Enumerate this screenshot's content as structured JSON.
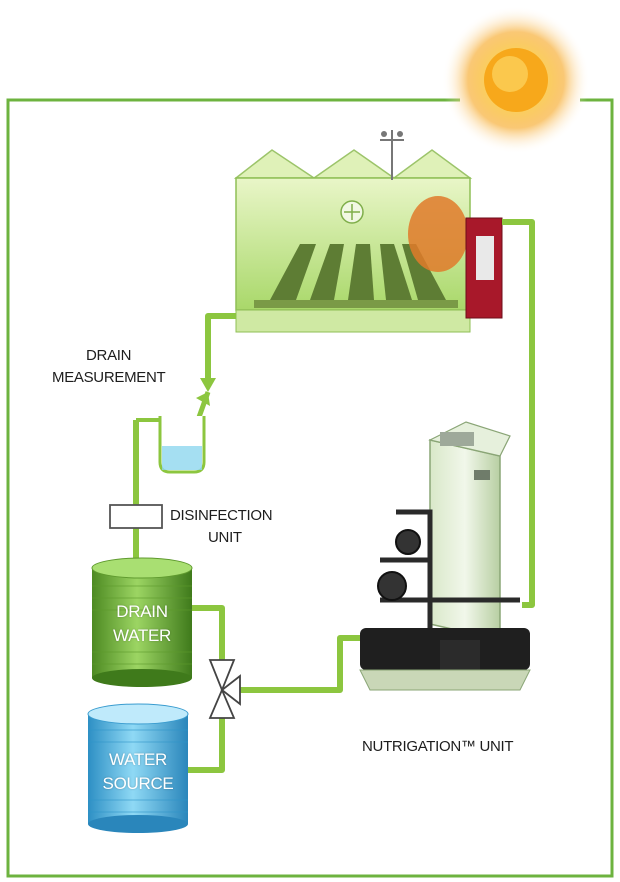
{
  "labels": {
    "drain_measurement_line1": "DRAIN",
    "drain_measurement_line2": "MEASUREMENT",
    "disinfection_line1": "DISINFECTION",
    "disinfection_line2": "UNIT",
    "drain_water_line1": "DRAIN",
    "drain_water_line2": "WATER",
    "water_source_line1": "WATER",
    "water_source_line2": "SOURCE",
    "nutrigation_unit": "NUTRIGATION™ UNIT"
  },
  "colors": {
    "pipe": "#8cc63f",
    "frame": "#6db33f",
    "drain_tank": "#6aa83a",
    "water_tank": "#4ab6e0",
    "sun": "#f7a81b"
  }
}
